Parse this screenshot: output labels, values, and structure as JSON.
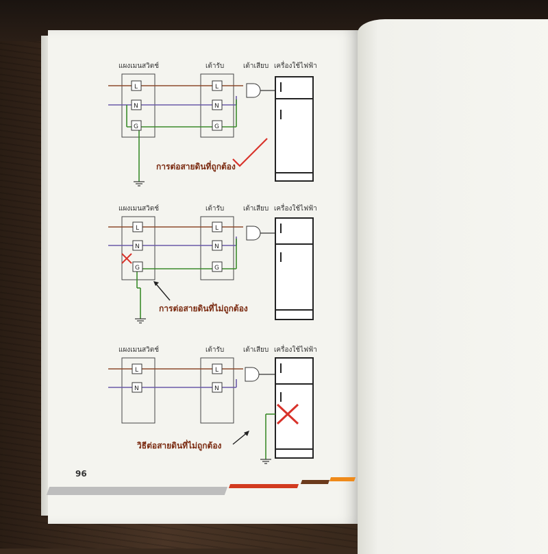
{
  "page_number": "96",
  "labels": {
    "switchboard": "แผงเมนสวิตช์",
    "outlet": "เต้ารับ",
    "plug": "เต้าเสียบ",
    "appliance": "เครื่องใช้ไฟฟ้า",
    "terminal_l": "L",
    "terminal_n": "N",
    "terminal_g": "G"
  },
  "captions": {
    "correct": "การต่อสายดินที่ถูกต้อง",
    "incorrect_1": "การต่อสายดินที่ไม่ถูกต้อง",
    "incorrect_2": "วิธีต่อสายดินที่ไม่ถูกต้อง"
  },
  "colors": {
    "live_wire": "#8b4a2b",
    "neutral_wire": "#6a5aa8",
    "ground_wire": "#3a8a2a",
    "mark_red": "#d8322a"
  }
}
